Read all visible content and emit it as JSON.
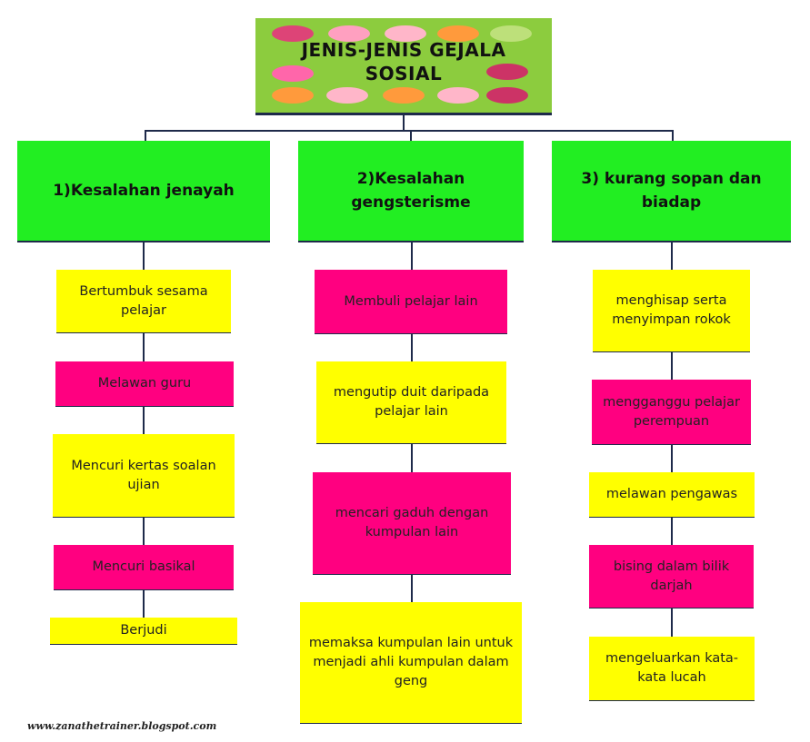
{
  "title": {
    "line1": "JENIS-JENIS GEJALA",
    "line2": "SOSIAL"
  },
  "colors": {
    "title_bg": "#8ccc3e",
    "category_bg": "#22ee22",
    "yellow": "#ffff00",
    "magenta": "#ff0080",
    "connector": "#1e2a4a"
  },
  "categories": [
    {
      "label_line1": "1)Kesalahan jenayah",
      "label_line2": "",
      "items": [
        "Bertumbuk sesama pelajar",
        "Melawan guru",
        "Mencuri kertas soalan ujian",
        "Mencuri basikal",
        "Berjudi"
      ]
    },
    {
      "label_line1": "2)Kesalahan",
      "label_line2": "gengsterisme",
      "items": [
        "Membuli pelajar lain",
        "mengutip duit daripada pelajar lain",
        "mencari gaduh dengan kumpulan lain",
        "memaksa kumpulan lain untuk menjadi ahli kumpulan dalam geng"
      ]
    },
    {
      "label_line1": "3) kurang sopan dan",
      "label_line2": "biadap",
      "items": [
        "menghisap serta menyimpan rokok",
        "mengganggu pelajar perempuan",
        "melawan pengawas",
        "bising dalam bilik darjah",
        "mengeluarkan kata-kata lucah"
      ]
    }
  ],
  "footer": "www.zanathetrainer.blogspot.com"
}
